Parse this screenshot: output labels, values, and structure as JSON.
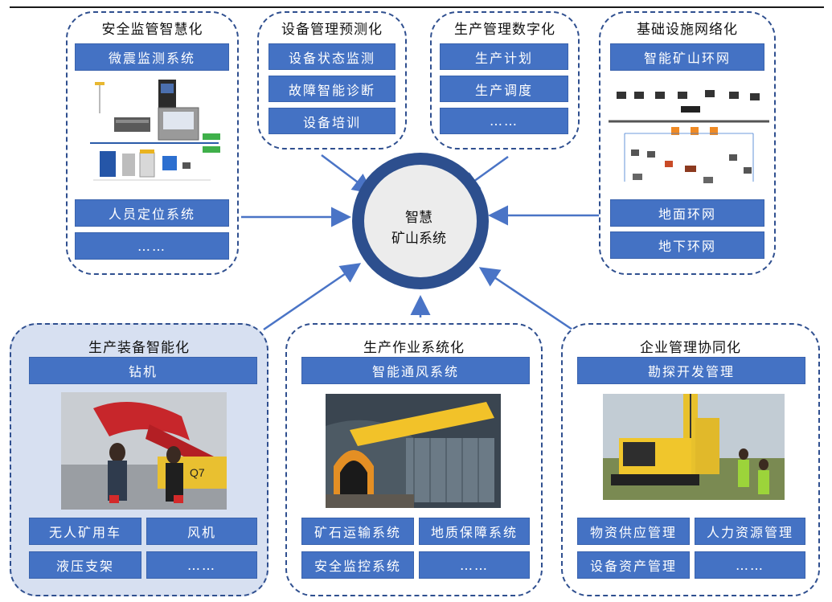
{
  "center": {
    "line1": "智慧",
    "line2": "矿山系统"
  },
  "panels": {
    "safety": {
      "title": "安全监管智慧化",
      "items": [
        "微震监测系统",
        "人员定位系统",
        "……"
      ]
    },
    "equipment": {
      "title": "设备管理预测化",
      "items": [
        "设备状态监测",
        "故障智能诊断",
        "设备培训"
      ]
    },
    "production_mgmt": {
      "title": "生产管理数字化",
      "items": [
        "生产计划",
        "生产调度",
        "……"
      ]
    },
    "infrastructure": {
      "title": "基础设施网络化",
      "items": [
        "智能矿山环网",
        "地面环网",
        "地下环网"
      ]
    },
    "prod_equipment": {
      "title": "生产装备智能化",
      "items": [
        "钻机",
        "无人矿用车",
        "风机",
        "液压支架",
        "……"
      ]
    },
    "operations": {
      "title": "生产作业系统化",
      "items": [
        "智能通风系统",
        "矿石运输系统",
        "地质保障系统",
        "安全监控系统",
        "……"
      ]
    },
    "enterprise": {
      "title": "企业管理协同化",
      "items": [
        "勘探开发管理",
        "物资供应管理",
        "人力资源管理",
        "设备资产管理",
        "……"
      ]
    }
  },
  "colors": {
    "button": "#4472c4",
    "border": "#2f4f8f",
    "ring": "#2d4f8e",
    "center_fill": "#ececec",
    "arrow": "#4a74c6",
    "shaded_panel": "#d7e0f1"
  }
}
